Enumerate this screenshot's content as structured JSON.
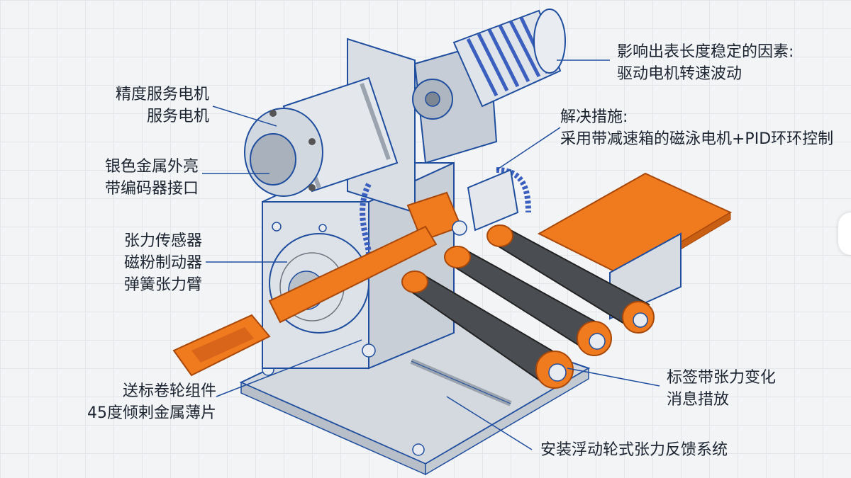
{
  "colors": {
    "accent_orange": "#f07a1e",
    "steel": "#c8ced6",
    "outline_blue": "#1f4e9e",
    "roller_dark": "#4a4d52",
    "motor_blue": "#3b5fbf"
  },
  "labels": {
    "servo": [
      "精度服务电机",
      "服务电机"
    ],
    "housing": [
      "银色金属外亮",
      "带编码器接口"
    ],
    "tension": [
      "张力传感器",
      "磁粉制动器",
      "弹簧张力臂"
    ],
    "feed": [
      "送标卷轮组件",
      "45度倾剌金属薄片"
    ],
    "factor": [
      "影响出表长度稳定的因素:",
      "驱动电机转速波动"
    ],
    "solution": [
      "解决措施:",
      "采用带减速箱的磁泳电机+PID环环控制"
    ],
    "change": [
      "标签带张力变化",
      "消息措放"
    ],
    "feedback": [
      "安装浮动轮式张力反馈系统"
    ]
  }
}
